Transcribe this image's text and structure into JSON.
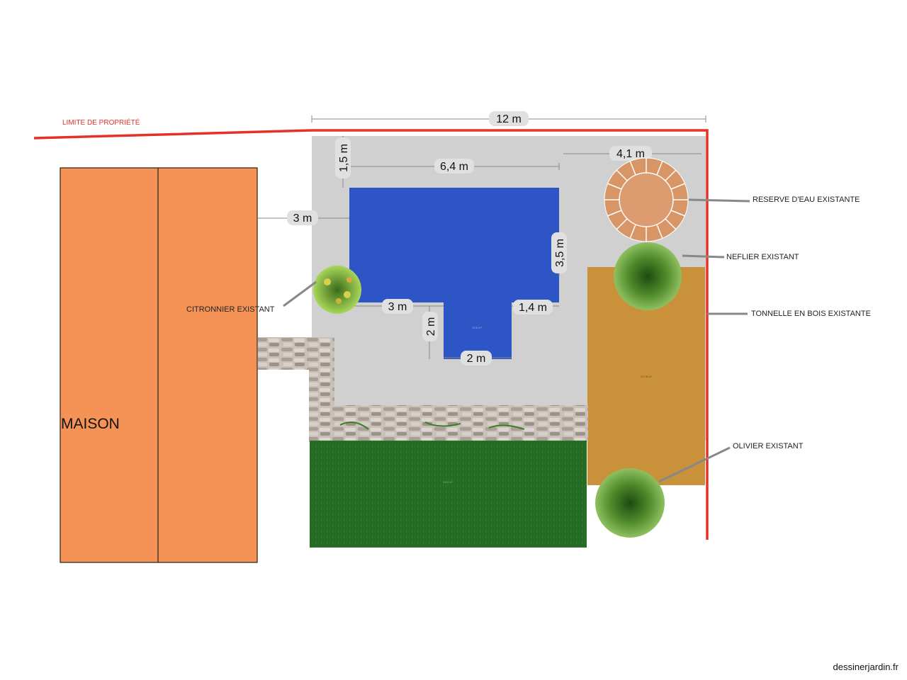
{
  "colors": {
    "property_line": "#e53228",
    "house": "#f49355",
    "house_outline": "#3a2a1a",
    "terrace": "#d0d0d0",
    "pool": "#2d55c6",
    "lawn": "#256b25",
    "pergola": "#c8913a",
    "water_tank": "#d89566",
    "path": "#b8b0a8",
    "leader_line": "#888888"
  },
  "labels": {
    "property_limit": "LIMITE DE PROPRIÉTÉ",
    "house": "MAISON",
    "lemon_tree": "CITRONNIER EXISTANT",
    "water_reserve": "RESERVE D'EAU EXISTANTE",
    "medlar_tree": "NEFLIER EXISTANT",
    "wooden_pergola": "TONNELLE EN BOIS EXISTANTE",
    "olive_tree": "OLIVIER EXISTANT"
  },
  "dimensions": {
    "total_width": "12 m",
    "pool_top_offset": "1,5 m",
    "pool_length": "6,4 m",
    "reserve_width": "4,1 m",
    "house_to_pool": "3 m",
    "pool_width": "3,5 m",
    "pool_step_left": "3 m",
    "pool_step_right": "1,4 m",
    "pool_ext_depth": "2 m",
    "pool_ext_width": "2 m"
  },
  "credit": "dessinerjardin.fr",
  "icons": [
    "tree-icon",
    "water-tank-icon"
  ]
}
